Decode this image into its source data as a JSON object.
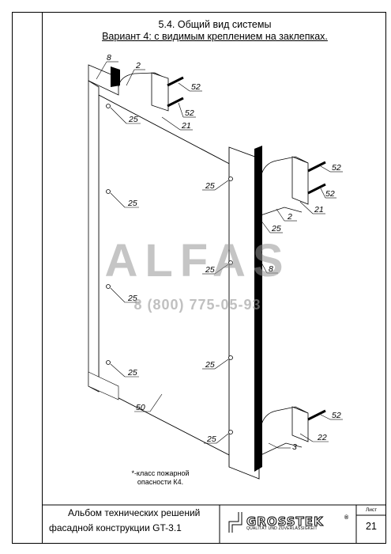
{
  "header": {
    "title": "5.4. Общий вид системы",
    "subtitle": "Вариант 4: с видимым креплением на заклепках."
  },
  "callouts": {
    "c8_top": "8",
    "c2_top": "2",
    "c52_a": "52",
    "c52_b": "52",
    "c21_a": "21",
    "c25_tl": "25",
    "c25_tr": "25",
    "c25_ml": "25",
    "c52_c": "52",
    "c52_d": "52",
    "c21_b": "21",
    "c2_mid": "2",
    "c25_mid": "25",
    "c25_r2": "25",
    "c8_mid": "8",
    "c25_l2": "25",
    "c25_r3": "25",
    "c25_l3": "25",
    "c50": "50",
    "c52_e": "52",
    "c22": "22",
    "c3": "3",
    "c25_bot": "25"
  },
  "note": {
    "line1": "*-класс пожарной",
    "line2": "опасности К4."
  },
  "watermark": {
    "brand": "ALFAS",
    "phone": "8 (800) 775-05-93"
  },
  "title_block": {
    "line1": "Альбом технических решений",
    "line2": "фасадной конструкции GT-3.1",
    "logo": "GROSSTEK",
    "logo_mark": "®",
    "logo_tagline": "QUALITÄT UND ZUVERLÄSSIGKEIT",
    "sheet_label": "Лист",
    "sheet_number": "21"
  }
}
